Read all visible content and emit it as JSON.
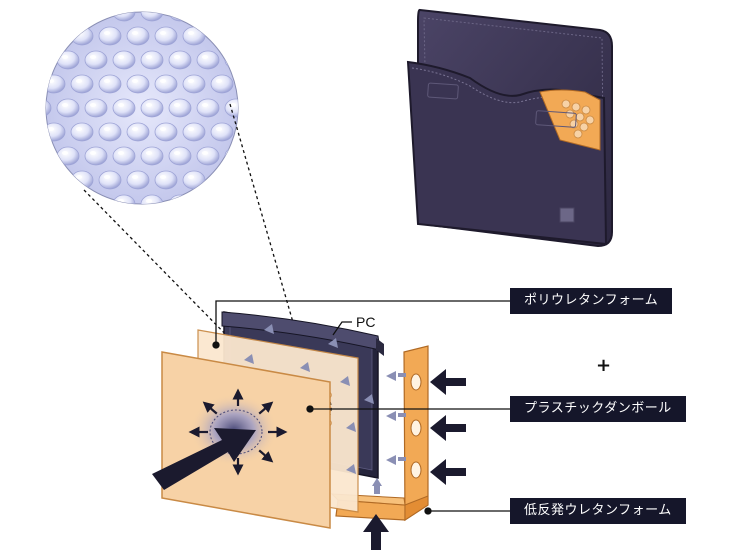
{
  "labels": {
    "pc": "PC",
    "polyurethane_foam": "ポリウレタンフォーム",
    "plus": "+",
    "bubble_wrap": "プラスチックダンボール",
    "low_rebound_foam": "低反発ウレタンフォーム"
  },
  "colors": {
    "label_bg": "#15162a",
    "sleeve_dark": "#3a3452",
    "foam_peach": "#f7d2a6",
    "foam_outline": "#c98a45",
    "orange_frame": "#f2a955",
    "arrow_dark": "#1b1a2e",
    "arrow_light": "#8a8fb4",
    "bubble_blue": "#c9cdef"
  },
  "icons": [
    "impact-arrow-icon",
    "pressure-arrow-icon",
    "bubble-texture",
    "laptop-sleeve"
  ]
}
